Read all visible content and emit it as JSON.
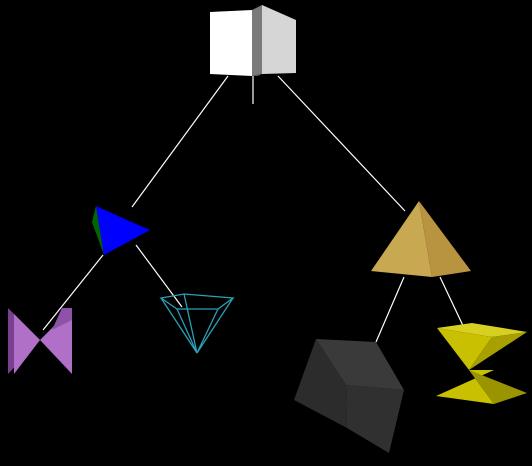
{
  "scene": {
    "background": "#000000",
    "link_color": "#ffffff",
    "root": {
      "shape": "open-cube",
      "color": "#ffffff"
    },
    "left_branch": {
      "node": {
        "shape": "pyramid",
        "color": "#0000ff",
        "side_color": "#006600"
      },
      "children": [
        {
          "shape": "bowtie-prism",
          "color": "#b070c8"
        },
        {
          "shape": "wireframe-pyramid",
          "color": "#2aa0b8"
        }
      ]
    },
    "right_branch": {
      "node": {
        "shape": "pyramid",
        "color": "#c8a850"
      },
      "children": [
        {
          "shape": "cube",
          "color": "#333333"
        },
        {
          "shape": "hourglass-prism",
          "color": "#c8c000"
        }
      ]
    }
  }
}
